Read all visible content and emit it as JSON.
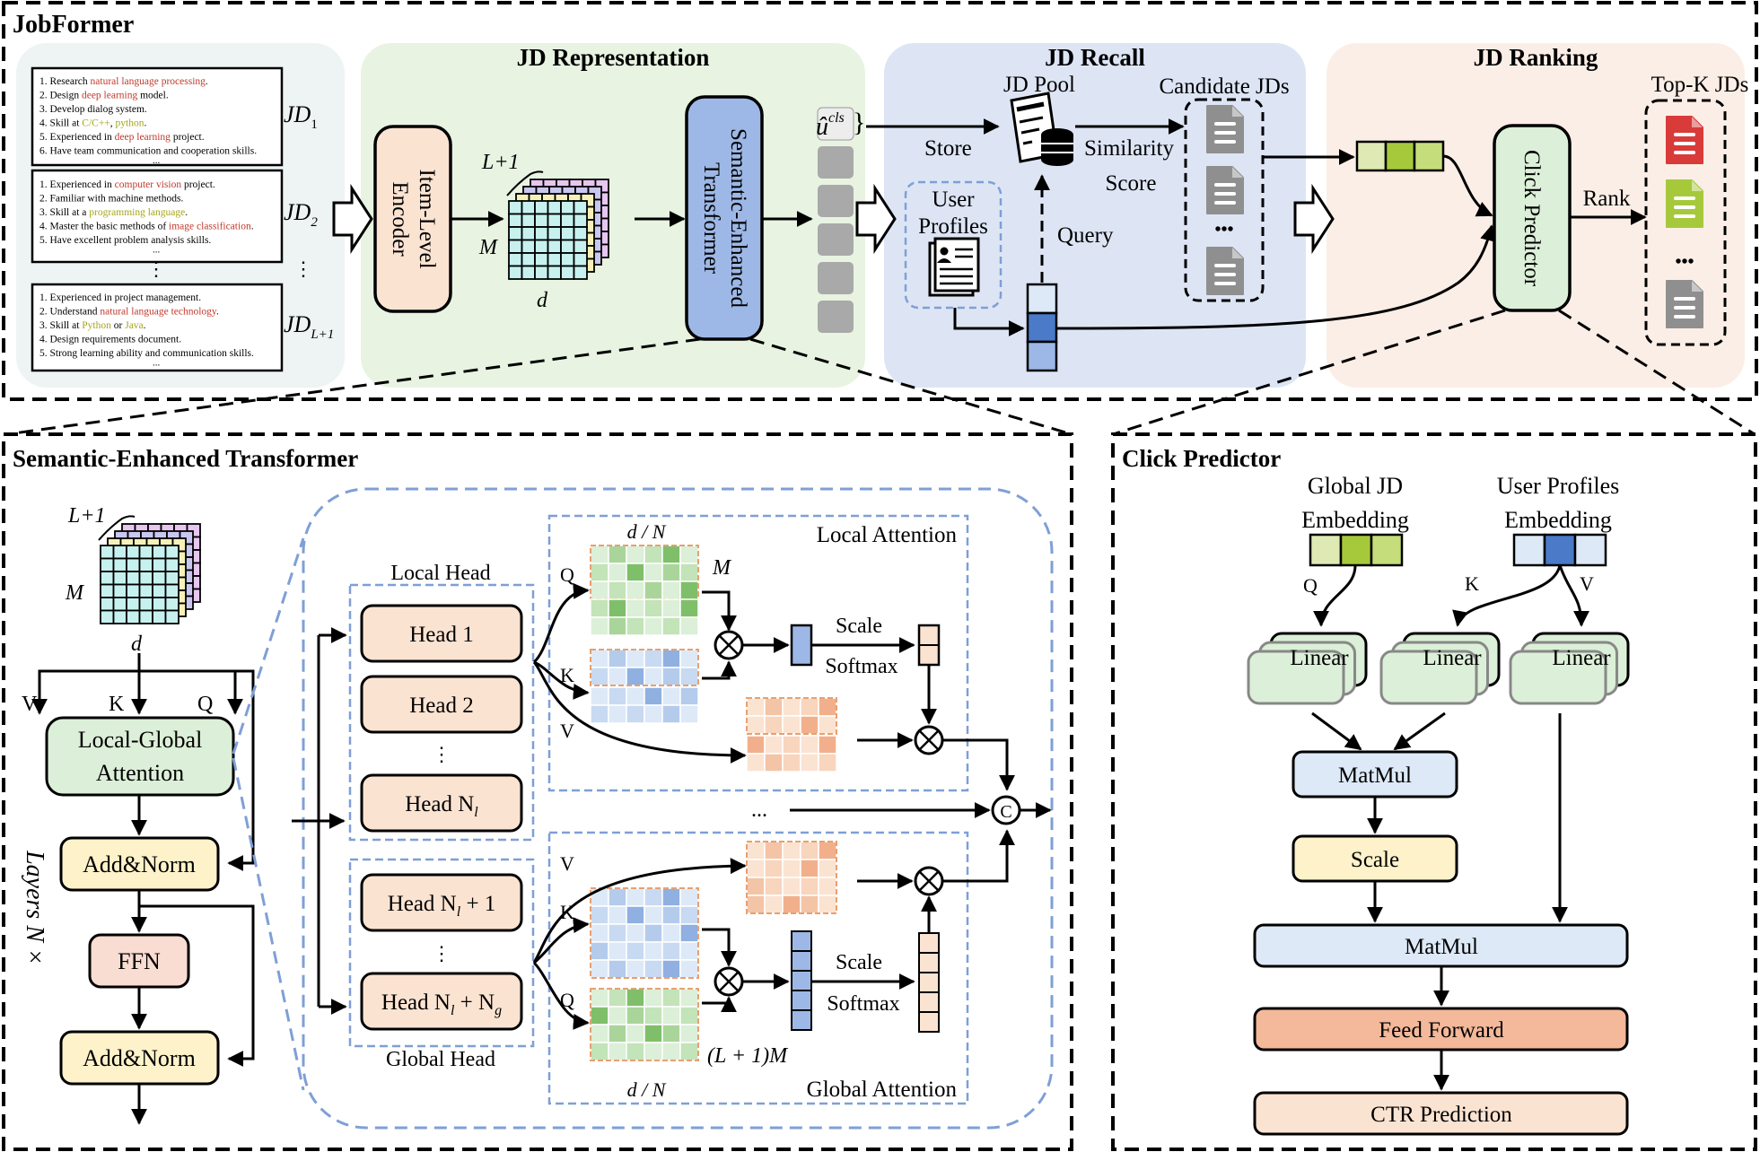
{
  "top": {
    "title": "JobFormer",
    "jd_rep_title": "JD Representation",
    "jd_recall_title": "JD Recall",
    "jd_ranking_title": "JD Ranking",
    "jd_docs": [
      {
        "lines": [
          [
            {
              "t": "1. Research "
            },
            {
              "t": "natural language processing",
              "c": "red"
            },
            {
              "t": "."
            }
          ],
          [
            {
              "t": "2. Design "
            },
            {
              "t": "deep learning",
              "c": "red"
            },
            {
              "t": " model."
            }
          ],
          [
            {
              "t": "3. Develop dialog system."
            }
          ],
          [
            {
              "t": "4. Skill at "
            },
            {
              "t": "C/C++",
              "c": "olive"
            },
            {
              "t": ", "
            },
            {
              "t": "python",
              "c": "olive"
            },
            {
              "t": "."
            }
          ],
          [
            {
              "t": "5. Experienced in "
            },
            {
              "t": "deep learning",
              "c": "red"
            },
            {
              "t": " project."
            }
          ],
          [
            {
              "t": "6. Have team communication and cooperation skills."
            }
          ]
        ],
        "label": "JD",
        "sub": "1"
      },
      {
        "lines": [
          [
            {
              "t": "1. Experienced in "
            },
            {
              "t": "computer vision",
              "c": "red"
            },
            {
              "t": " project."
            }
          ],
          [
            {
              "t": "2. Familiar with machine methods."
            }
          ],
          [
            {
              "t": "3. Skill at a "
            },
            {
              "t": "programming language",
              "c": "olive"
            },
            {
              "t": "."
            }
          ],
          [
            {
              "t": "4. Master the basic methods of "
            },
            {
              "t": "image classification",
              "c": "red"
            },
            {
              "t": "."
            }
          ],
          [
            {
              "t": "5. Have excellent problem analysis skills."
            }
          ]
        ],
        "label": "JD",
        "sub": "2"
      },
      {
        "lines": [
          [
            {
              "t": "1. Experienced in project management."
            }
          ],
          [
            {
              "t": "2. Understand "
            },
            {
              "t": "natural language technology",
              "c": "red"
            },
            {
              "t": "."
            }
          ],
          [
            {
              "t": "3. Skill at "
            },
            {
              "t": "Python",
              "c": "olive"
            },
            {
              "t": " or "
            },
            {
              "t": "Java",
              "c": "olive"
            },
            {
              "t": "."
            }
          ],
          [
            {
              "t": "4. Design requirements document."
            }
          ],
          [
            {
              "t": "5. Strong learning ability and communication skills."
            }
          ]
        ],
        "label": "JD",
        "sub": "L+1"
      }
    ],
    "dots": "⋮",
    "ellipsis": "...",
    "item_encoder": "Item-Level Encoder",
    "item_encoder_l1": "Item-Level",
    "item_encoder_l2": "Encoder",
    "l_plus_1": "L+1",
    "m": "M",
    "d": "d",
    "set_l1": "Semantic-Enhanced",
    "set_l2": "Transformer",
    "u_cls": "û",
    "u_cls_sup": "cls",
    "store": "Store",
    "jd_pool": "JD Pool",
    "candidate_jds": "Candidate JDs",
    "similarity": "Similarity",
    "score": "Score",
    "user_profiles_l1": "User",
    "user_profiles_l2": "Profiles",
    "query": "Query",
    "click_predictor": "Click Predictor",
    "rank": "Rank",
    "topk": "Top-K JDs",
    "hdots": "•••"
  },
  "set": {
    "title": "Semantic-Enhanced Transformer",
    "v": "V",
    "k": "K",
    "q": "Q",
    "lga_l1": "Local-Global",
    "lga_l2": "Attention",
    "add_norm": "Add&Norm",
    "ffn": "FFN",
    "layers": "Layers N ×",
    "local_head": "Local Head",
    "global_head": "Global Head",
    "head1": "Head 1",
    "head2": "Head 2",
    "head_nl": "Head N",
    "head_nl_sub": "l",
    "head_nl1": "Head N",
    "head_nl1_tail": " + 1",
    "head_nlng": "Head N",
    "head_nlng_tail": " + N",
    "head_nlng_sub": "g",
    "d_over_n": "d / N",
    "local_attention": "Local Attention",
    "global_attention": "Global Attention",
    "scale": "Scale",
    "softmax": "Softmax",
    "lm_label": "(L + 1)M",
    "concat": "C",
    "hdots": "..."
  },
  "cp": {
    "title": "Click Predictor",
    "global_jd_l1": "Global JD",
    "global_jd_l2": "Embedding",
    "user_prof_l1": "User Profiles",
    "user_prof_l2": "Embedding",
    "q": "Q",
    "k": "K",
    "v": "V",
    "linear": "Linear",
    "matmul": "MatMul",
    "scale": "Scale",
    "feed_forward": "Feed Forward",
    "ctr": "CTR Prediction"
  },
  "colors": {
    "red": "#c0392b",
    "olive": "#a6a61a",
    "rep_bg": "#e8f3e2",
    "recall_bg": "#dde5f5",
    "rank_bg": "#fbeee6",
    "left_bg": "#eef3f3",
    "blue_block": "#9db8e6",
    "green_block": "#dcefd8",
    "orange_block": "#fbe3d2",
    "yellow_block": "#fdf2c9",
    "light_blue_block": "#dde9f7",
    "dark_orange": "#f4b89a",
    "dashed_blue": "#7f9fd6",
    "dashed_orange": "#e8a070"
  }
}
